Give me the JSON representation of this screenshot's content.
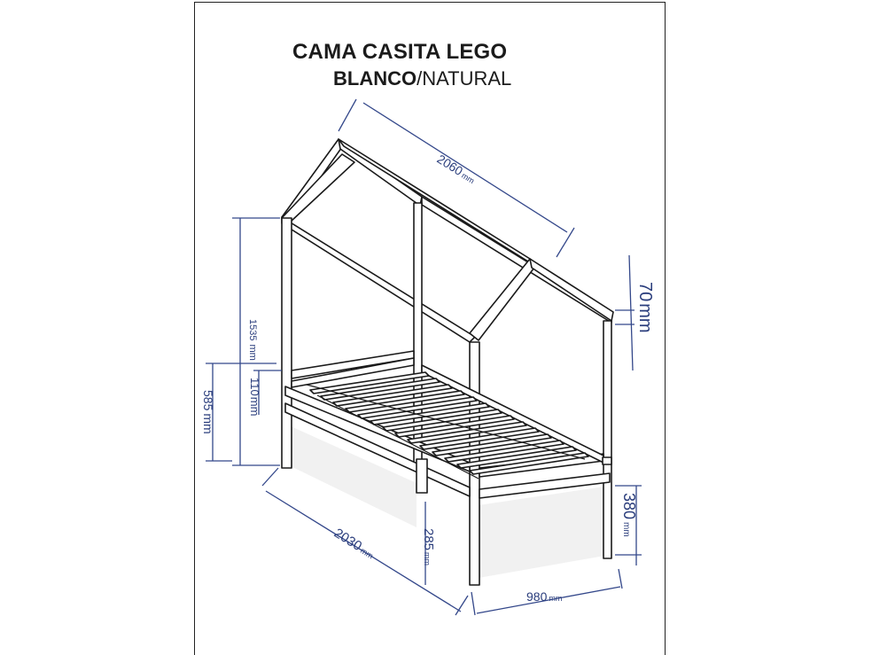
{
  "title": {
    "line1": "CAMA CASITA LEGO",
    "line2_bold": "BLANCO",
    "line2_normal": "/NATURAL"
  },
  "dimensions": {
    "roof_length": {
      "value": "2060",
      "unit": "mm"
    },
    "roof_thickness": {
      "value": "70",
      "unit": "mm"
    },
    "total_height": {
      "value": "1535",
      "unit": "mm"
    },
    "rail_height": {
      "value": "585",
      "unit": "mm"
    },
    "rail_gap": {
      "value": "110",
      "unit": "mm"
    },
    "length": {
      "value": "2030",
      "unit": "mm"
    },
    "leg_height": {
      "value": "285",
      "unit": "mm"
    },
    "width": {
      "value": "980",
      "unit": "mm"
    },
    "drawer_height": {
      "value": "380",
      "unit": "mm"
    }
  },
  "colors": {
    "dimension": "#2a3d7c",
    "frame": "#1a1a1a"
  }
}
